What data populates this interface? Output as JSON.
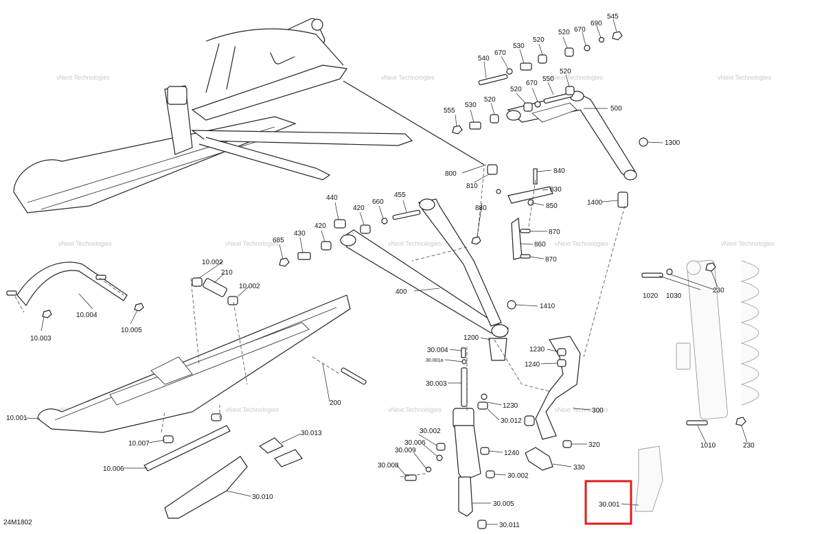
{
  "diagram_id": "24M1802",
  "watermark": "vNext Technologies",
  "highlight_color": "#e01b1b",
  "labels": {
    "p545": "545",
    "p690": "690",
    "p670a": "670",
    "p520a": "520",
    "p540": "540",
    "p670b": "670",
    "p530a": "530",
    "p520b": "520",
    "p520c": "520",
    "p670c": "670",
    "p550": "550",
    "p555": "555",
    "p530b": "530",
    "p520d": "520",
    "p500": "500",
    "p1300": "1300",
    "p800": "800",
    "p810": "810",
    "p840": "840",
    "p830": "830",
    "p850": "850",
    "p880": "880",
    "p1400": "1400",
    "p440": "440",
    "p455": "455",
    "p660": "660",
    "p420a": "420",
    "p420b": "420",
    "p430": "430",
    "p685": "685",
    "p870a": "870",
    "p860": "860",
    "p870b": "870",
    "p10_002a": "10.002",
    "p210": "210",
    "p10_002b": "10.002",
    "p400": "400",
    "p1410": "1410",
    "p1020": "1020",
    "p1030": "1030",
    "p230a": "230",
    "p10_004": "10.004",
    "p10_003": "10.003",
    "p10_005": "10.005",
    "p1200": "1200",
    "p1230a": "1230",
    "p1240a": "1240",
    "p30_004": "30.004",
    "p30_001a": "30.001a",
    "p30_003": "30.003",
    "p200": "200",
    "p1230b": "1230",
    "p30_012": "30.012",
    "p300": "300",
    "p10_001": "10.001",
    "p10_007": "10.007",
    "p30_013": "30.013",
    "p30_002a": "30.002",
    "p30_006": "30.006",
    "p30_009": "30.009",
    "p1240b": "1240",
    "p320": "320",
    "p1010": "1010",
    "p230b": "230",
    "p10_006": "10.006",
    "p30_008": "30.008",
    "p330": "330",
    "p30_002b": "30.002",
    "p30_010": "30.010",
    "p30_005": "30.005",
    "p30_001": "30.001",
    "p30_011": "30.011"
  }
}
